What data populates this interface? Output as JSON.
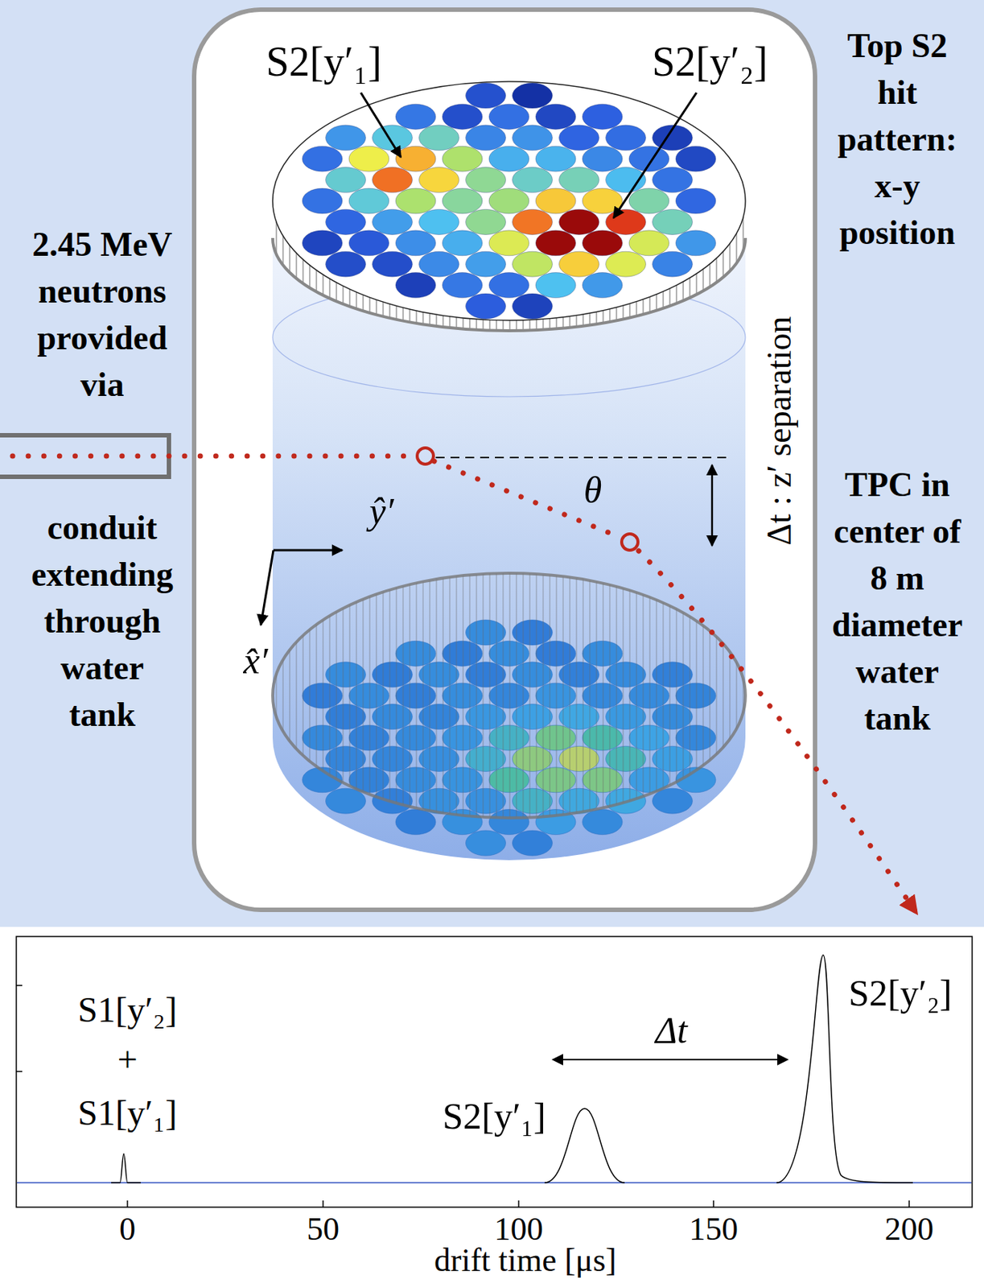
{
  "diagram": {
    "labels": [
      "S2[y′₁]",
      "S2[y′₂]",
      "Top S2 hit pattern: x-y position",
      "2.45 MeV neutrons provided via",
      "Δt : z′ separation",
      "θ",
      "ŷ′",
      "x̂′",
      "conduit extending through water tank",
      "TPC in center of 8 m diameter water tank",
      "S1[y′₂]",
      "+",
      "S1[y′₁]",
      "Δt",
      "S2[y′₁]",
      "S2[y′₂]",
      "0",
      "50",
      "100",
      "150",
      "200",
      "drift time [μs]"
    ]
  }
}
